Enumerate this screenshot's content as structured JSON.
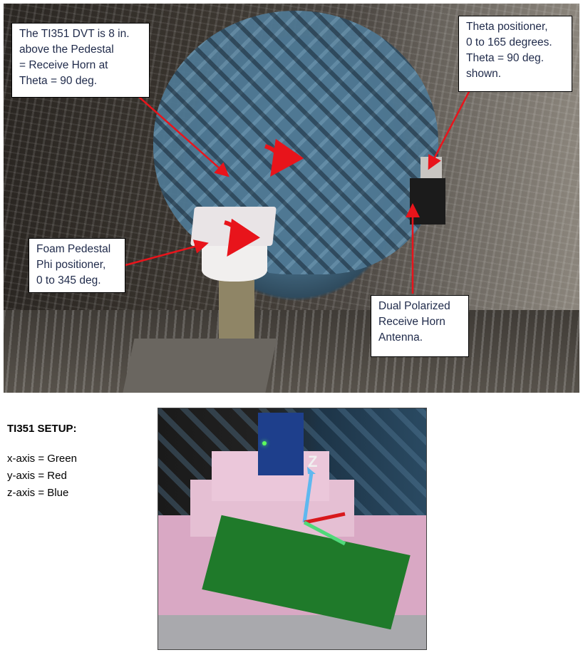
{
  "photo_top": {
    "description": "Anechoic chamber with foam pedestal and dual polarized receive horn",
    "callouts": {
      "dvt": [
        "The TI351 DVT is 8 in.",
        "above the Pedestal",
        "= Receive Horn at",
        "Theta = 90 deg."
      ],
      "theta": [
        "Theta positioner,",
        "0 to 165 degrees.",
        "Theta = 90 deg.",
        "shown."
      ],
      "phi": [
        "Foam Pedestal",
        "Phi positioner,",
        "0 to 345 deg."
      ],
      "horn": [
        "Dual Polarized",
        "Receive Horn",
        "Antenna."
      ]
    },
    "arrow_color": "#e8141b"
  },
  "setup": {
    "title": "TI351 SETUP:",
    "axes": [
      "x-axis = Green",
      "y-axis = Red",
      "z-axis = Blue"
    ]
  },
  "photo_bottom": {
    "description": "TI351 board on pink foam with axis arrows",
    "axis_label": "Z",
    "axis_colors": {
      "x": "#4fd97a",
      "y": "#d8181c",
      "z": "#5fb8ef"
    }
  }
}
